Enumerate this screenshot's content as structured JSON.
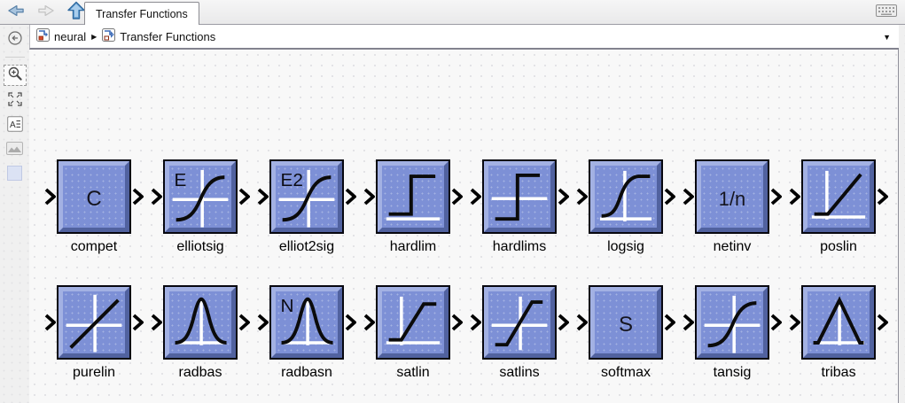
{
  "window": {
    "tab": "Transfer Functions"
  },
  "breadcrumb": {
    "items": [
      "neural",
      "Transfer Functions"
    ],
    "separator": "▶"
  },
  "icons": {
    "back": "left-arrow",
    "forward": "right-arrow",
    "up": "up-arrow",
    "keyboard": "keyboard",
    "collapse": "circle-left-arrow",
    "zoom_in": "magnifier-plus",
    "fit_view": "fit-to-view",
    "annotation": "A-lines",
    "image": "image",
    "swatch": "blue-square",
    "dropdown_caret": "▼",
    "port": "chevron-right"
  },
  "colors": {
    "block_fill": "#7d90d6",
    "block_bevel_light": "#a3b1e3",
    "block_bevel_dark": "#51629f",
    "canvas_bg": "#f8f8f8",
    "chrome_bg": "#f0f0f0",
    "accent_blue": "#4d8ec8"
  },
  "blocks": {
    "rows": [
      [
        {
          "label": "compet",
          "glyph": "letter",
          "text": "C"
        },
        {
          "label": "elliotsig",
          "glyph": "sigmoid-cross",
          "badge": "E"
        },
        {
          "label": "elliot2sig",
          "glyph": "sigmoid-cross",
          "badge": "E2"
        },
        {
          "label": "hardlim",
          "glyph": "step"
        },
        {
          "label": "hardlims",
          "glyph": "step-sym"
        },
        {
          "label": "logsig",
          "glyph": "sigmoid-axis"
        },
        {
          "label": "netinv",
          "glyph": "letter",
          "text": "1/n"
        },
        {
          "label": "poslin",
          "glyph": "ramp"
        }
      ],
      [
        {
          "label": "purelin",
          "glyph": "linear-cross"
        },
        {
          "label": "radbas",
          "glyph": "bell"
        },
        {
          "label": "radbasn",
          "glyph": "bell",
          "badge": "N"
        },
        {
          "label": "satlin",
          "glyph": "satramp"
        },
        {
          "label": "satlins",
          "glyph": "satramp-sym"
        },
        {
          "label": "softmax",
          "glyph": "letter",
          "text": "S"
        },
        {
          "label": "tansig",
          "glyph": "sigmoid-cross"
        },
        {
          "label": "tribas",
          "glyph": "triangle"
        }
      ]
    ]
  }
}
